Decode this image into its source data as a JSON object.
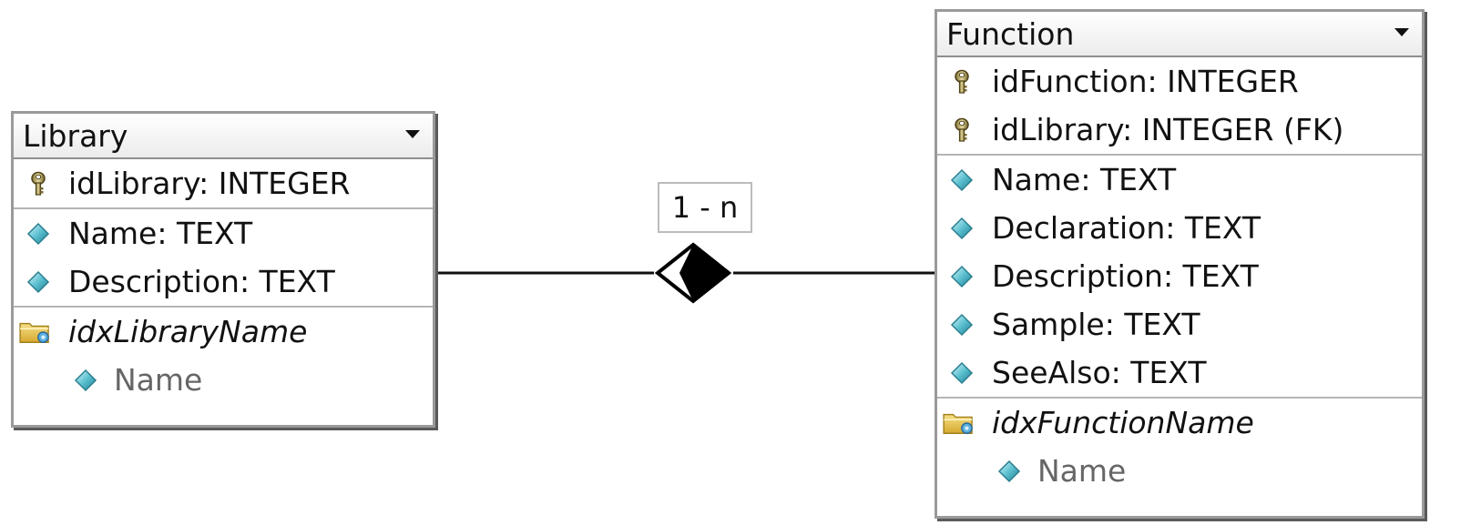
{
  "tables": {
    "library": {
      "title": "Library",
      "columns": [
        {
          "label": "idLibrary: INTEGER",
          "icon": "primary-key-icon"
        },
        {
          "label": "Name: TEXT",
          "icon": "column-diamond-icon"
        },
        {
          "label": "Description: TEXT",
          "icon": "column-diamond-icon"
        }
      ],
      "index": {
        "label": "idxLibraryName",
        "icon": "index-folder-icon",
        "column": "Name"
      }
    },
    "function": {
      "title": "Function",
      "columns": [
        {
          "label": "idFunction: INTEGER",
          "icon": "primary-key-icon"
        },
        {
          "label": "idLibrary: INTEGER (FK)",
          "icon": "primary-key-icon"
        },
        {
          "label": "Name: TEXT",
          "icon": "column-diamond-icon"
        },
        {
          "label": "Declaration: TEXT",
          "icon": "column-diamond-icon"
        },
        {
          "label": "Description: TEXT",
          "icon": "column-diamond-icon"
        },
        {
          "label": "Sample: TEXT",
          "icon": "column-diamond-icon"
        },
        {
          "label": "SeeAlso: TEXT",
          "icon": "column-diamond-icon"
        }
      ],
      "index": {
        "label": "idxFunctionName",
        "icon": "index-folder-icon",
        "column": "Name"
      }
    }
  },
  "relationship": {
    "label": "1 - n",
    "from": "Library",
    "to": "Function"
  },
  "colors": {
    "border": "#9a9a9a",
    "shadow": "#5a5a5a",
    "diamond_fill": "#000000",
    "diamond_icon": "#5cc0d0",
    "folder_icon": "#e8c44a"
  }
}
